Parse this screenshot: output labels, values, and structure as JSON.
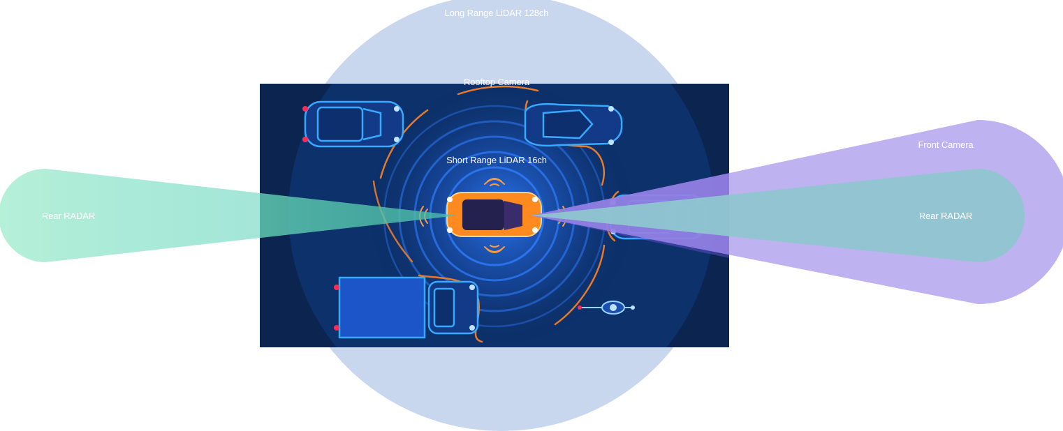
{
  "sensors": {
    "long_range_lidar": "Long Range LiDAR 128ch",
    "rooftop_camera": "Rooftop Camera",
    "short_range_lidar": "Short Range LiDAR 16ch",
    "front_camera": "Front Camera",
    "rear_radar_left": "Rear RADAR",
    "rear_radar_right": "Rear RADAR"
  },
  "colors": {
    "long_range_lidar_zone": "#c9d7ee",
    "front_camera_zone": "#b7aaee",
    "radar_zone": "#b2efd7",
    "radar_right_overlay": "#8fc6cf",
    "scene_background": "#0b2550",
    "ego_vehicle": "#ff8a1f",
    "detection_arc": "#e87a2a",
    "vehicle_outline": "#37a9ff"
  }
}
